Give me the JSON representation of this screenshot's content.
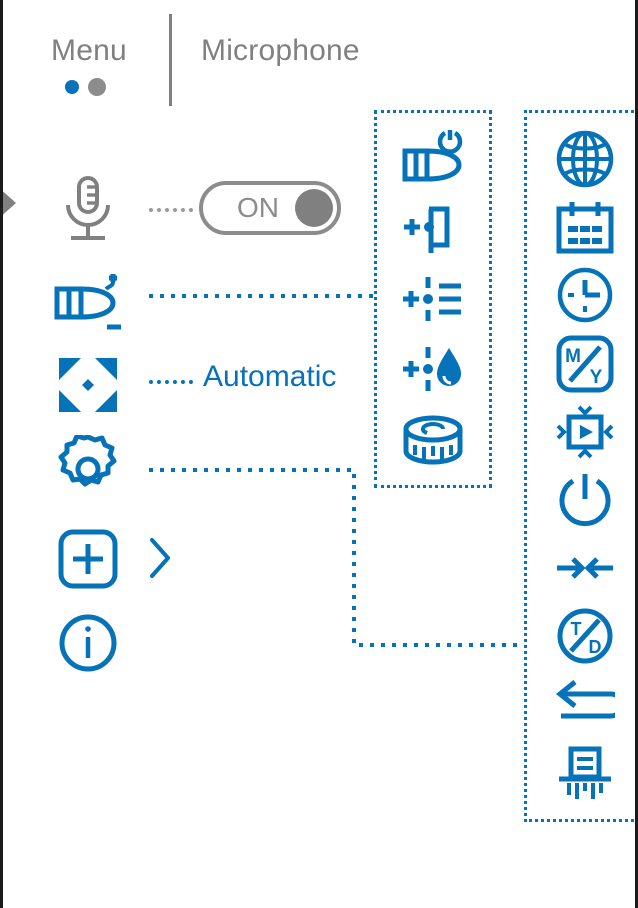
{
  "header": {
    "menu_label": "Menu",
    "title": "Microphone",
    "page_dots": [
      {
        "name": "page-dot-1",
        "state": "active",
        "color": "#0672b8"
      },
      {
        "name": "page-dot-2",
        "state": "inactive",
        "color": "#8c8c8c"
      }
    ]
  },
  "theme": {
    "accent": "#0672b8",
    "disabled": "#808080",
    "muted": "#8c8c8c",
    "background": "#ffffff",
    "page_border": "#1b1b1b"
  },
  "left_menu": {
    "items": [
      {
        "icon": "microphone-icon",
        "name": "menu-row-microphone",
        "state": "disabled",
        "color": "#808080",
        "control": "toggle",
        "leader": "dotted-gray"
      },
      {
        "icon": "microphone-gain-plus-minus-icon",
        "name": "menu-row-microphone-gain",
        "state": "enabled",
        "color": "#0672b8",
        "control": "panel-link",
        "leader": "dotted-blue"
      },
      {
        "icon": "focus-crosshair-icon",
        "name": "menu-row-focus",
        "state": "enabled",
        "color": "#0672b8",
        "control": "value",
        "leader": "dotted-blue"
      },
      {
        "icon": "gear-icon",
        "name": "menu-row-settings",
        "state": "enabled",
        "color": "#0672b8",
        "control": "panel-link",
        "leader": "dotted-blue"
      },
      {
        "icon": "add-plus-square-icon",
        "name": "menu-row-add",
        "state": "enabled",
        "color": "#0672b8",
        "control": "chevron",
        "leader": "none"
      },
      {
        "icon": "info-circle-icon",
        "name": "menu-row-info",
        "state": "enabled",
        "color": "#0672b8",
        "control": "none",
        "leader": "none"
      }
    ]
  },
  "toggle": {
    "label": "ON",
    "value": "on",
    "state": "disabled",
    "track_color": "#8c8c8c",
    "knob_color": "#808080"
  },
  "focus_value": {
    "label": "Automatic",
    "color": "#0672b8"
  },
  "middle_panel": {
    "name": "microphone-gain-submenu",
    "border_style": "dotted",
    "border_color": "#0672b8",
    "items": [
      {
        "icon": "microphone-power-icon",
        "name": "panel-item-microphone-power"
      },
      {
        "icon": "microphone-gain-bracket-icon",
        "name": "panel-item-microphone-gain-bracket"
      },
      {
        "icon": "microphone-gain-list-icon",
        "name": "panel-item-microphone-gain-list"
      },
      {
        "icon": "microphone-gain-droplet-icon",
        "name": "panel-item-microphone-gain-droplet"
      },
      {
        "icon": "measuring-tape-icon",
        "name": "panel-item-measuring-tape"
      }
    ]
  },
  "right_panel": {
    "name": "settings-submenu",
    "border_style": "dotted",
    "border_color": "#0672b8",
    "items": [
      {
        "icon": "globe-icon",
        "name": "panel-item-language"
      },
      {
        "icon": "calendar-icon",
        "name": "panel-item-date"
      },
      {
        "icon": "clock-icon",
        "name": "panel-item-time"
      },
      {
        "icon": "month-year-format-icon",
        "name": "panel-item-date-format",
        "glyph_top": "M",
        "glyph_bottom": "Y"
      },
      {
        "icon": "screensaver-expand-icon",
        "name": "panel-item-screensaver"
      },
      {
        "icon": "power-icon",
        "name": "panel-item-power"
      },
      {
        "icon": "arrows-inward-icon",
        "name": "panel-item-collapse"
      },
      {
        "icon": "temperature-date-format-icon",
        "name": "panel-item-temperature-format",
        "glyph_top": "T",
        "glyph_bottom": "D"
      },
      {
        "icon": "undo-return-arrow-icon",
        "name": "panel-item-reset"
      },
      {
        "icon": "shredder-icon",
        "name": "panel-item-shredder"
      }
    ]
  },
  "connectors": [
    {
      "name": "connector-gain",
      "from": "menu-row-microphone-gain",
      "to": "middle-panel"
    },
    {
      "name": "connector-focus",
      "from": "menu-row-focus",
      "to": "automatic-value"
    },
    {
      "name": "connector-settings",
      "from": "menu-row-settings",
      "to": "right-panel"
    }
  ],
  "cursor": {
    "name": "edge-arrow-indicator",
    "color": "#808080"
  }
}
